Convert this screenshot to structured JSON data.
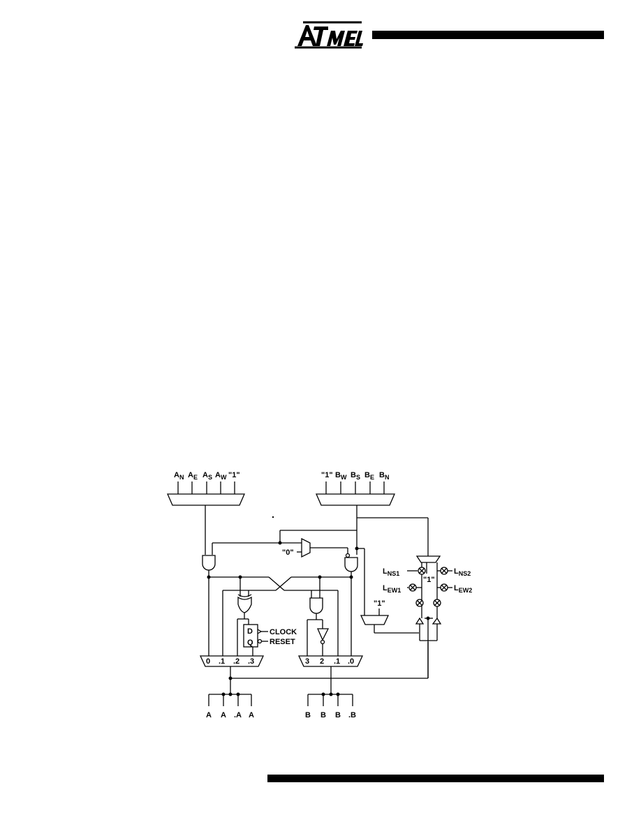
{
  "header": {
    "logo_text": "ATMEL"
  },
  "diagram": {
    "mux_a_inputs": [
      {
        "main": "A",
        "sub": "N"
      },
      {
        "main": "A",
        "sub": "E"
      },
      {
        "main": "A",
        "sub": "S"
      },
      {
        "main": "A",
        "sub": "W"
      },
      {
        "main": "\"1\"",
        "sub": ""
      }
    ],
    "mux_b_inputs": [
      {
        "main": "\"1\"",
        "sub": ""
      },
      {
        "main": "B",
        "sub": "W"
      },
      {
        "main": "B",
        "sub": "S"
      },
      {
        "main": "B",
        "sub": "E"
      },
      {
        "main": "B",
        "sub": "N"
      }
    ],
    "const_zero": "\"0\"",
    "const_one_small": "\"1\"",
    "const_one_center": "\"1\"",
    "dff": {
      "d": "D",
      "q": "Q",
      "clock": "CLOCK",
      "reset": "RESET"
    },
    "reg_a_slots": [
      "0",
      ".1",
      ".2",
      ".3"
    ],
    "reg_b_slots": [
      "3",
      "2",
      ".1",
      ".0"
    ],
    "bus_a_outputs": [
      "A",
      "A",
      ".A",
      "A"
    ],
    "bus_b_outputs": [
      "B",
      "B",
      "B",
      ".B"
    ],
    "lamps": [
      {
        "main": "L",
        "sub": "NS1"
      },
      {
        "main": "L",
        "sub": "NS2"
      },
      {
        "main": "L",
        "sub": "EW1"
      },
      {
        "main": "L",
        "sub": "EW2"
      }
    ]
  }
}
